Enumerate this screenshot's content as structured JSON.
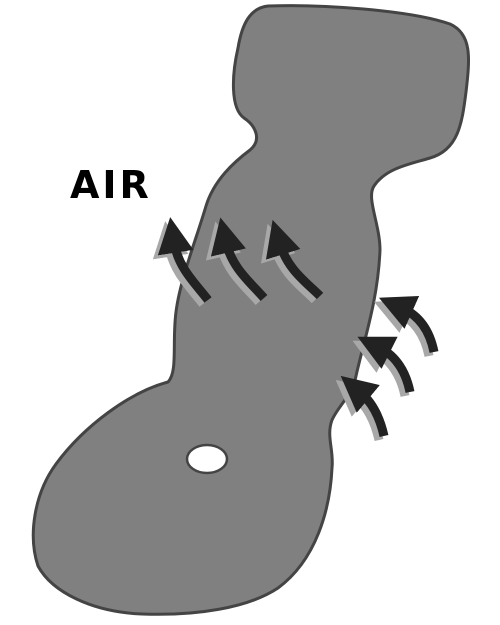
{
  "diagram": {
    "label": "AIR",
    "colors": {
      "pad_fill": "#808080",
      "pad_outline": "#444444",
      "pad_highlight": "#9a9a9a",
      "arrow": "#222222",
      "arrow_shadow": "#a8a8a8",
      "hole_fill": "#ffffff",
      "label": "#000000",
      "background": "#ffffff"
    },
    "icons": [
      "seat-pad-shape",
      "harness-hole",
      "airflow-arrow-icon"
    ]
  }
}
